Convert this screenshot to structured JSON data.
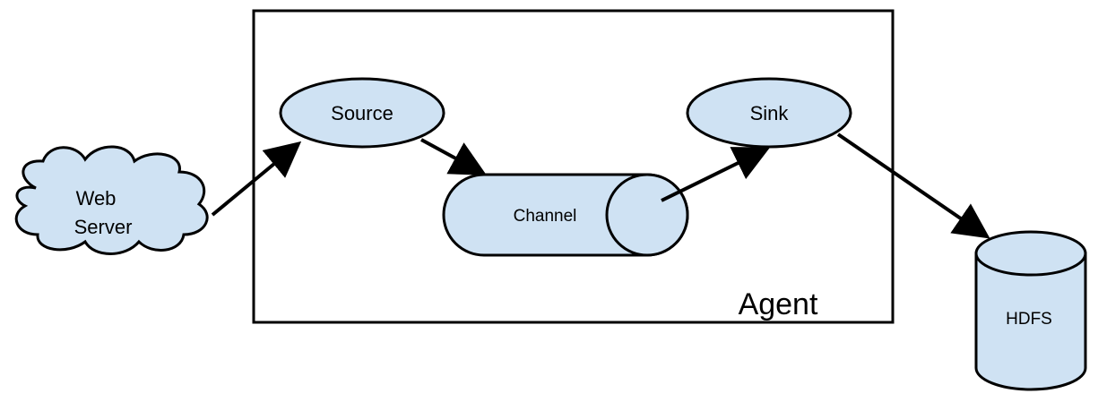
{
  "colors": {
    "node_fill": "#cfe2f3",
    "stroke": "#000000",
    "background": "#ffffff"
  },
  "nodes": {
    "web_server": {
      "label_line1": "Web",
      "label_line2": "Server",
      "shape": "cloud"
    },
    "source": {
      "label": "Source",
      "shape": "ellipse"
    },
    "channel": {
      "label": "Channel",
      "shape": "horizontal-cylinder"
    },
    "sink": {
      "label": "Sink",
      "shape": "ellipse"
    },
    "hdfs": {
      "label": "HDFS",
      "shape": "database-cylinder"
    }
  },
  "agent": {
    "label": "Agent"
  },
  "edges": [
    {
      "from": "web_server",
      "to": "source"
    },
    {
      "from": "source",
      "to": "channel"
    },
    {
      "from": "channel",
      "to": "sink"
    },
    {
      "from": "sink",
      "to": "hdfs"
    }
  ]
}
